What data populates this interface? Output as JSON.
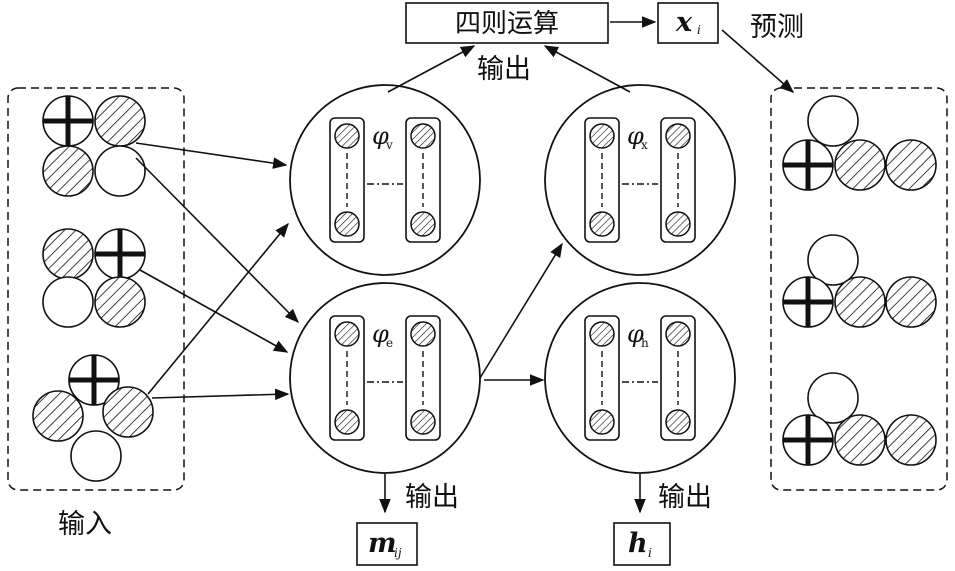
{
  "labels": {
    "input": "输入",
    "output_top": "输出",
    "output_left": "输出",
    "output_right": "输出",
    "predict": "预测",
    "arithmetic": "四则运算"
  },
  "symbols": {
    "x": {
      "base": "x",
      "sub": "i"
    },
    "m": {
      "base": "m",
      "sub": "ij"
    },
    "h": {
      "base": "h",
      "sub": "i"
    }
  },
  "networks": {
    "v": {
      "phi": "φ",
      "sub": "v"
    },
    "e": {
      "phi": "φ",
      "sub": "e"
    },
    "x": {
      "phi": "φ",
      "sub": "x"
    },
    "h": {
      "phi": "φ",
      "sub": "h"
    }
  },
  "icons": [
    "plus-circle-icon",
    "hatched-circle-icon",
    "empty-circle-icon",
    "hatched-node-icon",
    "arrow-icon"
  ]
}
